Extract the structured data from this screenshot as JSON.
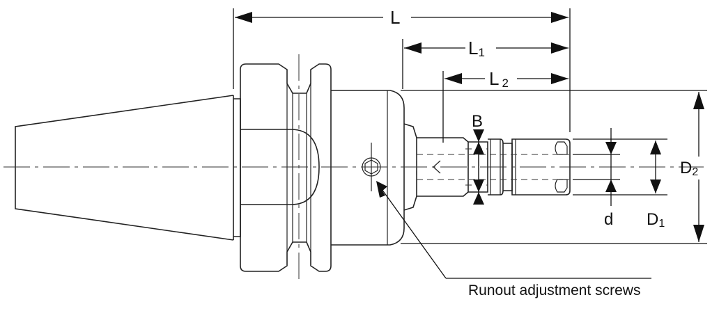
{
  "labels": {
    "L": "L",
    "L1_main": "L",
    "L1_sub": "1",
    "L2_main": "L",
    "L2_sub": "2",
    "B": "B",
    "d": "d",
    "D1_main": "D",
    "D1_sub": "1",
    "D2_main": "D",
    "D2_sub": "2",
    "runout": "Runout adjustment screws"
  }
}
